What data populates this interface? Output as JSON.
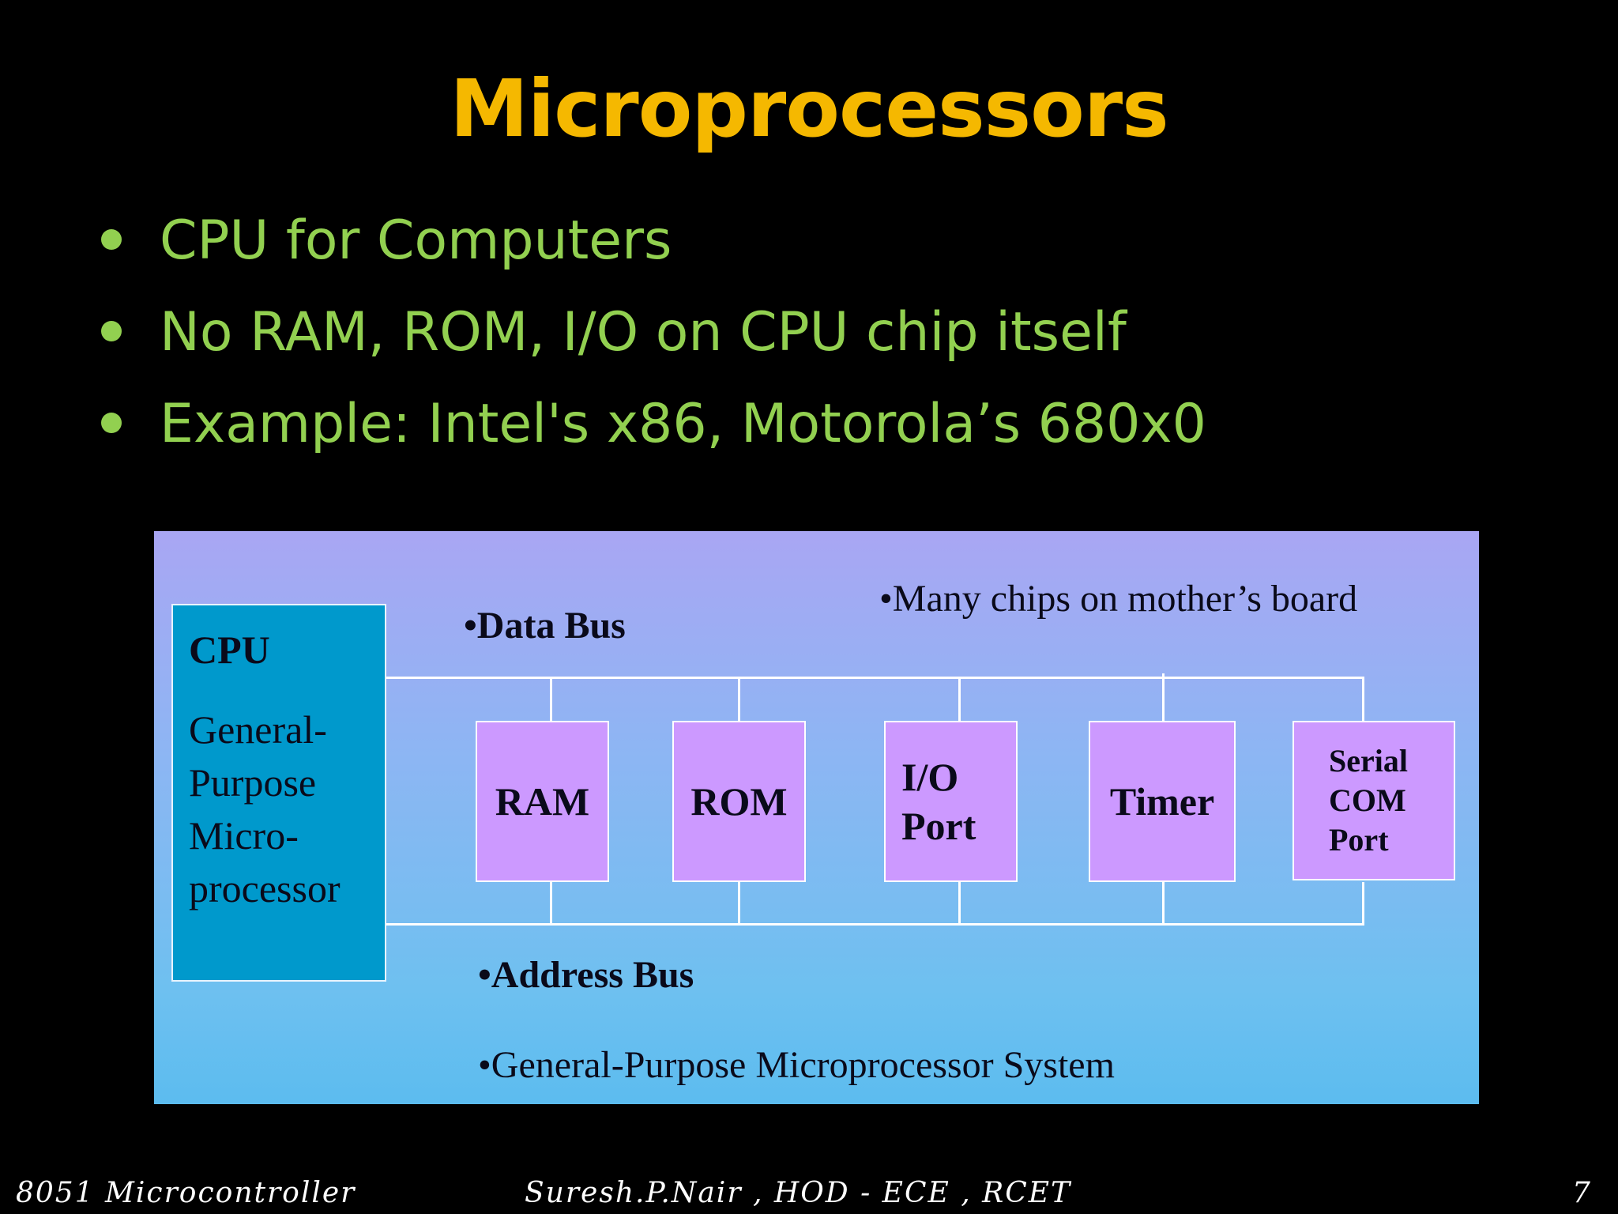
{
  "slide": {
    "title": "Microprocessors",
    "bullets": [
      "CPU for Computers",
      "No RAM, ROM, I/O on CPU chip itself",
      "Example: Intel's x86, Motorola’s 680x0"
    ]
  },
  "diagram": {
    "cpu_title": "CPU",
    "cpu_description": [
      "General-",
      "Purpose",
      "Micro-",
      "processor"
    ],
    "data_bus_label": "•Data Bus",
    "address_bus_label": "•Address Bus",
    "board_note": "•Many chips on mother’s board",
    "system_caption": "•General-Purpose Microprocessor System",
    "chips": {
      "ram": "RAM",
      "rom": "ROM",
      "io": [
        "I/O",
        "Port"
      ],
      "timer": "Timer",
      "serial": [
        "Serial",
        "COM",
        "Port"
      ]
    }
  },
  "footer": {
    "left": "8051 Microcontroller",
    "center": "Suresh.P.Nair , HOD - ECE , RCET",
    "page_number": "7"
  },
  "colors": {
    "background": "#000000",
    "title": "#f5b800",
    "bullet_text": "#92d050",
    "cpu_box": "#0099cc",
    "chip_fill": "#cc99ff",
    "footer_text": "#ffffff"
  }
}
